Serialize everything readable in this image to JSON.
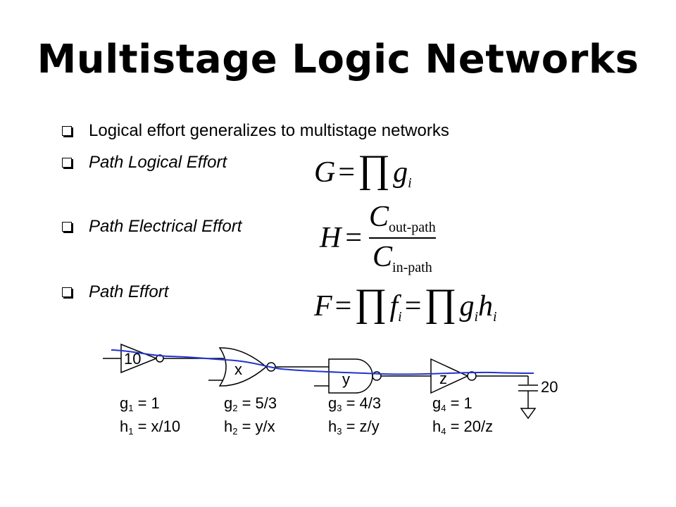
{
  "title": "Multistage Logic Networks",
  "bullets": [
    {
      "text": "Logical effort generalizes to multistage networks"
    },
    {
      "text": "Path Logical Effort"
    },
    {
      "text": "Path Electrical Effort"
    },
    {
      "text": "Path Effort"
    }
  ],
  "equations": {
    "G": {
      "lhs": "G",
      "eq": "=",
      "prod": "∏",
      "var": "g",
      "sub": "i"
    },
    "H": {
      "lhs": "H",
      "eq": "=",
      "num_var": "C",
      "num_sub": "out-path",
      "den_var": "C",
      "den_sub": "in-path"
    },
    "F": {
      "lhs": "F",
      "eq": "=",
      "prod1": "∏",
      "f": "f",
      "f_sub": "i",
      "eq2": "=",
      "prod2": "∏",
      "g": "g",
      "g_sub": "i",
      "h": "h",
      "h_sub": "i"
    }
  },
  "circuit": {
    "gate_labels": [
      "10",
      "x",
      "y",
      "z"
    ],
    "load_label": "20",
    "stages": [
      {
        "g_var": "g",
        "g_sub": "1",
        "g_val": " = 1",
        "h_var": "h",
        "h_sub": "1",
        "h_val": " = x/10"
      },
      {
        "g_var": "g",
        "g_sub": "2",
        "g_val": " = 5/3",
        "h_var": "h",
        "h_sub": "2",
        "h_val": " = y/x"
      },
      {
        "g_var": "g",
        "g_sub": "3",
        "g_val": " = 4/3",
        "h_var": "h",
        "h_sub": "3",
        "h_val": " = z/y"
      },
      {
        "g_var": "g",
        "g_sub": "4",
        "g_val": " = 1",
        "h_var": "h",
        "h_sub": "4",
        "h_val": " = 20/z"
      }
    ],
    "path_color": "#2233cc"
  }
}
